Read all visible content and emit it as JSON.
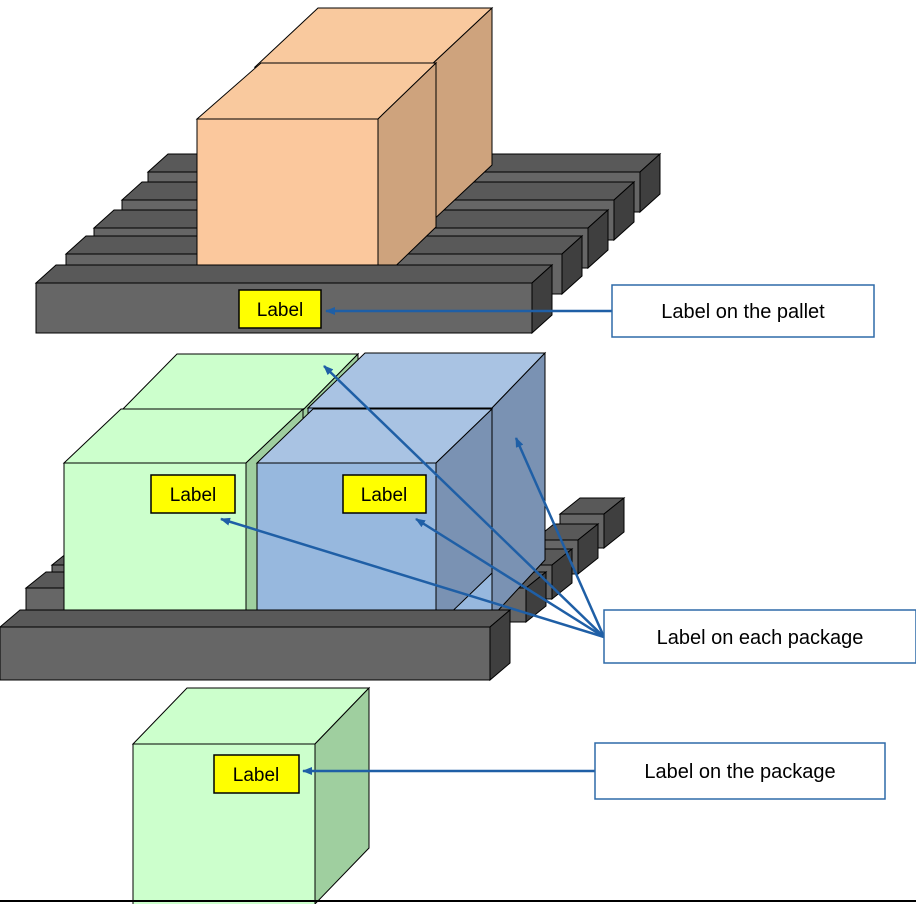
{
  "colors": {
    "pallet_front": "#666666",
    "pallet_top": "#595959",
    "pallet_side": "#3f3f3f",
    "box_orange_front": "#fbc89d",
    "box_orange_top": "#f9c99e",
    "box_orange_side": "#cea37d",
    "box_green_front": "#ccffcc",
    "box_green_side": "#9fcf9f",
    "box_blue_front": "#97b8de",
    "box_blue_top": "#a9c3e3",
    "box_blue_side": "#7a92b3",
    "label_tag_fill": "#ffff00",
    "arrow": "#1f5fa6",
    "callout_border": "#2e6aa8"
  },
  "tags": {
    "pallet_label": "Label",
    "green_package_label": "Label",
    "blue_package_label": "Label",
    "single_package_label": "Label"
  },
  "callouts": {
    "pallet": "Label on the pallet",
    "each_package": "Label on each package",
    "package": "Label on the package"
  }
}
